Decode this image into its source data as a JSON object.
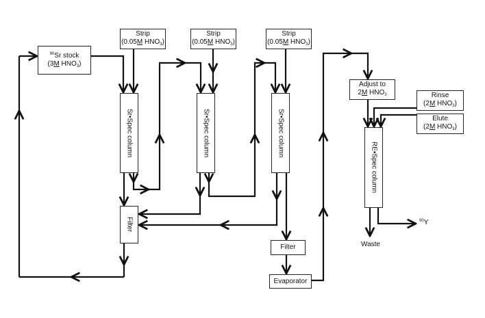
{
  "diagram": {
    "title": "90Sr / 90Y separation flow scheme",
    "sr_stock": {
      "isotope": "90",
      "name": "Sr stock",
      "conc_prefix": "(3",
      "conc_unit": "M",
      "conc_suffix": " HNO",
      "sub": "3",
      "close": ")"
    },
    "strips": [
      {
        "label": "Strip",
        "conc_prefix": "(0.05",
        "conc_unit": "M",
        "conc_suffix": " HNO",
        "sub": "3",
        "close": ")"
      },
      {
        "label": "Strip",
        "conc_prefix": "(0.05",
        "conc_unit": "M",
        "conc_suffix": " HNO",
        "sub": "3",
        "close": ")"
      },
      {
        "label": "Strip",
        "conc_prefix": "(0.05",
        "conc_unit": "M",
        "conc_suffix": " HNO",
        "sub": "3",
        "close": ")"
      }
    ],
    "sr_columns": [
      "Sr•Spec column",
      "Sr•Spec column",
      "Sr•Spec column"
    ],
    "filter_vertical": "Filter",
    "filter_horizontal": "Filter",
    "evaporator": "Evaporator",
    "adjust": {
      "line1": "Adjust to",
      "conc_prefix": "2",
      "conc_unit": "M",
      "conc_suffix": " HNO",
      "sub": "3"
    },
    "rinse": {
      "label": "Rinse",
      "conc_prefix": "(2",
      "conc_unit": "M",
      "conc_suffix": " HNO",
      "sub": "3",
      "close": ")"
    },
    "elute": {
      "label": "Elute",
      "conc_prefix": "(2",
      "conc_unit": "M",
      "conc_suffix": " HNO",
      "sub": "3",
      "close": ")"
    },
    "re_column": "RE•Spec column",
    "waste": "Waste",
    "y90": {
      "isotope": "90",
      "element": "Y"
    }
  }
}
